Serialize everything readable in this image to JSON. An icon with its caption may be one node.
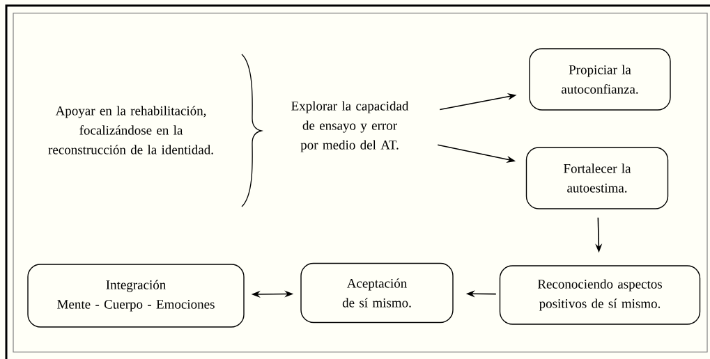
{
  "diagram": {
    "nodes": [
      {
        "text": [
          "Explorar la capacidad de ensayo y error  por medio del AT."
        ]
      },
      {
        "text": [
          "Propiciar la autoconfianza."
        ]
      },
      {
        "text": [
          "Fortalecer la autoestima."
        ]
      },
      {
        "text": [
          "Reconociendo aspectos positivos de sí mismo."
        ]
      },
      {
        "text": [
          "Aceptación de sí mismo."
        ]
      },
      {
        "text": [
          "Integración",
          "Mente - Cuerpo - Emociones"
        ]
      }
    ],
    "edges": [
      {
        "from": 0,
        "to": 1,
        "arrow": "to"
      },
      {
        "from": 0,
        "to": 2,
        "arrow": "to"
      },
      {
        "from": 2,
        "to": 3,
        "arrow": "to"
      },
      {
        "from": 3,
        "to": 4,
        "arrow": "to"
      },
      {
        "from": 4,
        "to": 5,
        "arrow": "both"
      }
    ],
    "labels": [
      "Apoyar en la rehabilitación, focalizándose en la reconstrucción de la identidad."
    ]
  }
}
